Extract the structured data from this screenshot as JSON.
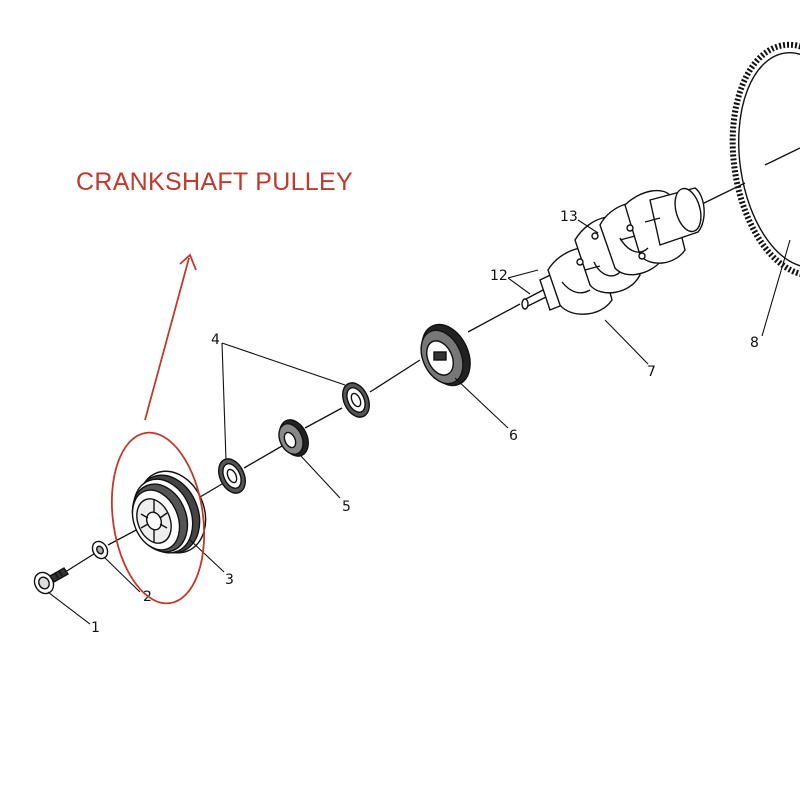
{
  "annotation": {
    "title": "CRANKSHAFT PULLEY",
    "color": "#c0392b"
  },
  "callouts": [
    {
      "id": "1",
      "label": "1",
      "part": "bolt"
    },
    {
      "id": "2",
      "label": "2",
      "part": "washer"
    },
    {
      "id": "3",
      "label": "3",
      "part": "crankshaft-pulley"
    },
    {
      "id": "4",
      "label": "4",
      "part": "thrust-washers"
    },
    {
      "id": "5",
      "label": "5",
      "part": "small-gear"
    },
    {
      "id": "6",
      "label": "6",
      "part": "large-gear"
    },
    {
      "id": "7",
      "label": "7",
      "part": "crankshaft"
    },
    {
      "id": "8",
      "label": "8",
      "part": "flywheel-ring-gear"
    },
    {
      "id": "12",
      "label": "12",
      "part": "keys"
    },
    {
      "id": "13",
      "label": "13",
      "part": "crankshaft-journal"
    }
  ],
  "line_color": "#111111"
}
